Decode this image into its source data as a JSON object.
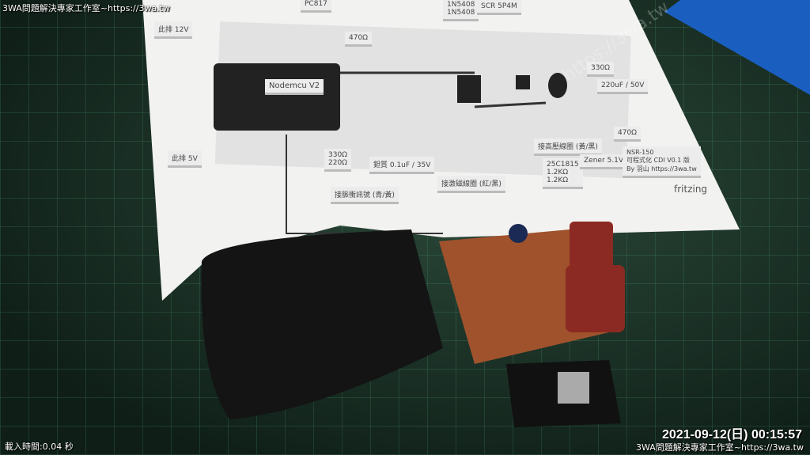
{
  "overlay": {
    "top_caption": "3WA問題解決專家工作室~https://3wa.tw",
    "timestamp": "2021-09-12(日) 00:15:57",
    "brand_caption": "3WA問題解決專家工作室~https://3wa.tw",
    "load_time": "載入時間:0.04 秒",
    "watermark": "https://3wa.tw"
  },
  "diagram": {
    "labels": [
      "PC817",
      "1N5408\n1N5408",
      "SCR 5P4M",
      "此排 12V",
      "470Ω",
      "Nodemcu V2",
      "330Ω",
      "220uF / 50V",
      "此排 5V",
      "330Ω\n220Ω",
      "鉭質 0.1uF / 35V",
      "接高壓線圈 (黃/黑)",
      "470Ω",
      "25C1815\n1.2KΩ\n1.2KΩ",
      "Zener 5.1V",
      "NSR-150\n可程式化 CDI V0.1 版\nBy 羽山 https://3wa.tw",
      "接激磁線圈 (紅/黑)",
      "接脈衝訊號 (青/黃)"
    ],
    "logo": "fritzing"
  }
}
